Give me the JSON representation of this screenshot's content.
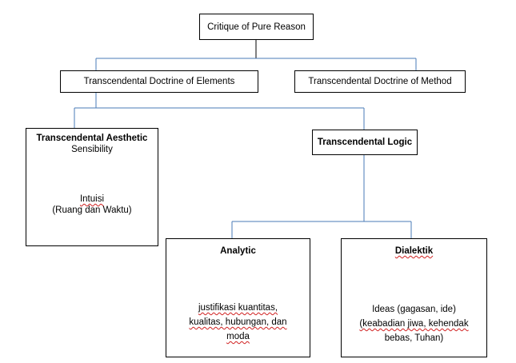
{
  "root": {
    "label": "Critique of Pure Reason"
  },
  "elements": {
    "label": "Transcendental Doctrine of Elements"
  },
  "method": {
    "label": "Transcendental Doctrine of Method"
  },
  "aesthetic": {
    "title": "Transcendental Aesthetic",
    "subtitle": "Sensibility",
    "intuition": "Intuisi",
    "detail": "(Ruang dan Waktu)"
  },
  "logic": {
    "label": "Transcendental Logic"
  },
  "analytic": {
    "title": "Analytic",
    "line1": "justifikasi kuantitas,",
    "line2": "kualitas, hubungan, dan",
    "line3": "moda"
  },
  "dialektik": {
    "title": "Dialektik",
    "line1": "Ideas (gagasan, ide)",
    "line2": "(keabadian jiwa, kehendak",
    "line3": "bebas, Tuhan)"
  },
  "colors": {
    "connector": "#4a7bb7",
    "border": "#000000",
    "squiggle": "#d02020"
  }
}
